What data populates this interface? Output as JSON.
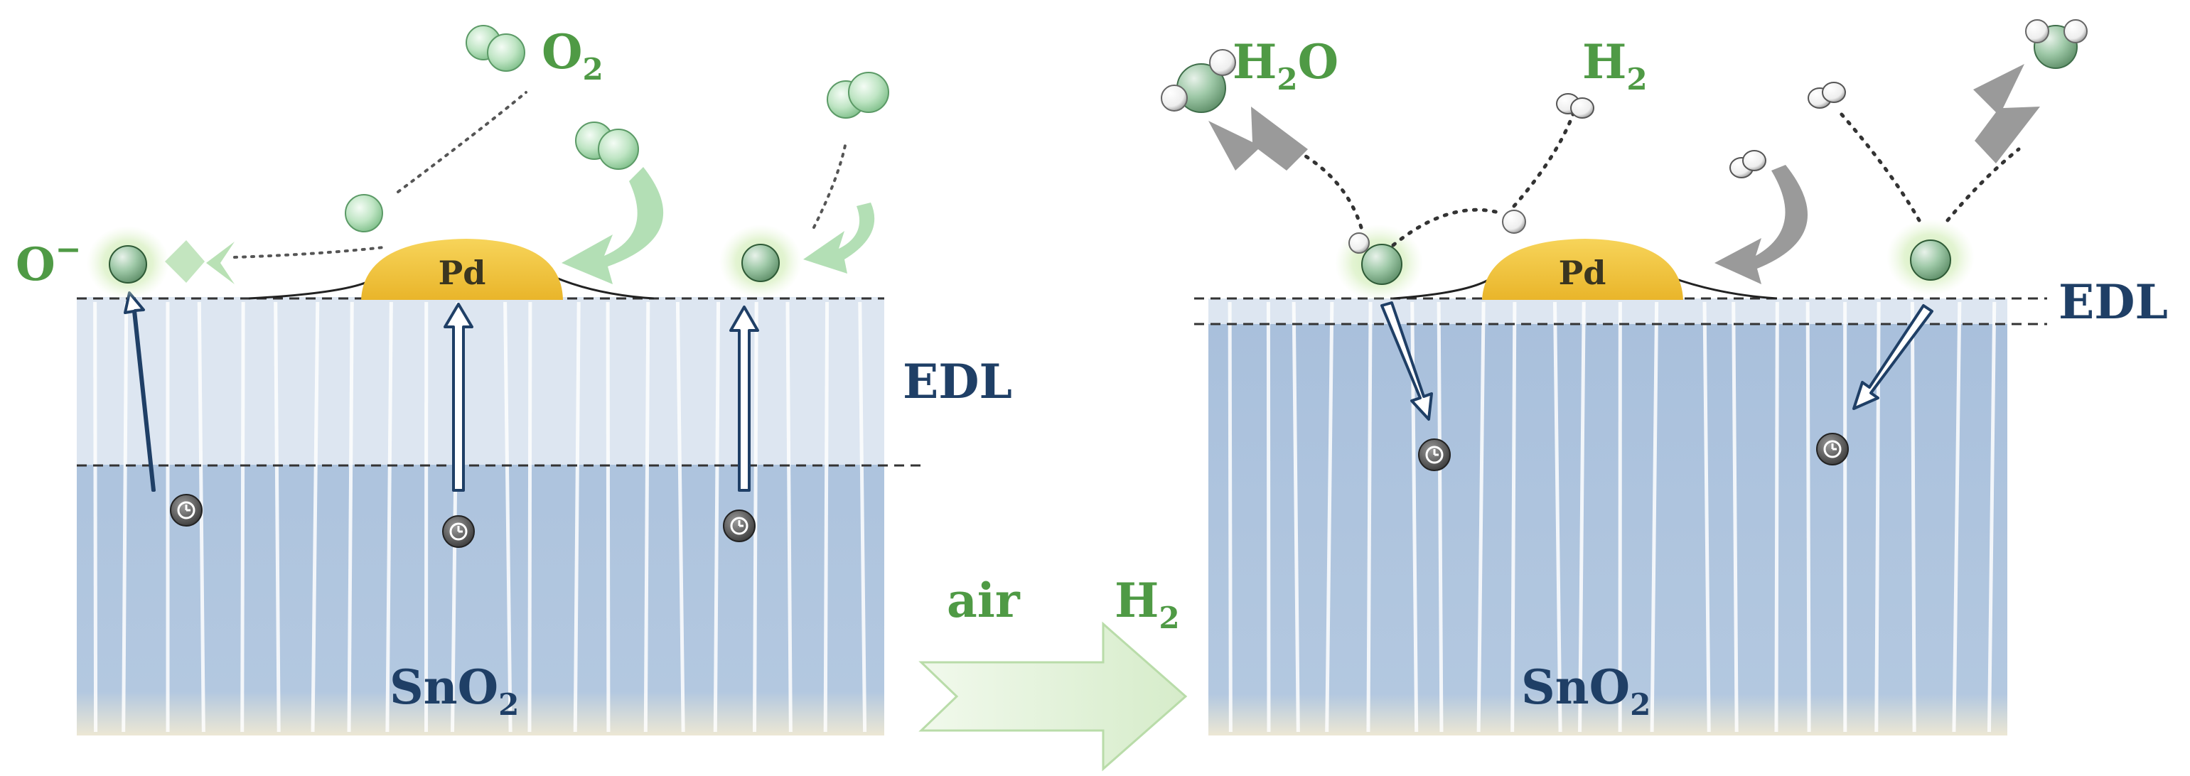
{
  "left_panel": {
    "material_label": "SnO",
    "material_sub": "2",
    "layer_label": "EDL",
    "catalyst_label": "Pd",
    "oxygen_gas_label": "O",
    "oxygen_gas_sub": "2",
    "ion_label": "O",
    "ion_sup": "−"
  },
  "transition": {
    "from_label": "air",
    "to_label": "H",
    "to_sub": "2"
  },
  "right_panel": {
    "material_label": "SnO",
    "material_sub": "2",
    "layer_label": "EDL",
    "catalyst_label": "Pd",
    "product_label": "H",
    "product_sub": "2",
    "product_tail": "O",
    "hydrogen_gas_label": "H",
    "hydrogen_gas_sub": "2"
  },
  "colors": {
    "substrate": "#a9c0dc",
    "edl_zone": "#dde6f1",
    "pd_particle": "#f2c433",
    "molecule": "#b9e2bf",
    "label_green": "#4f9a45",
    "label_navy": "#1f3f66",
    "curved_arrow_green": "#a6d9a8",
    "curved_arrow_gray": "#9a9a9a",
    "transition_arrow": "#e2f2db"
  }
}
